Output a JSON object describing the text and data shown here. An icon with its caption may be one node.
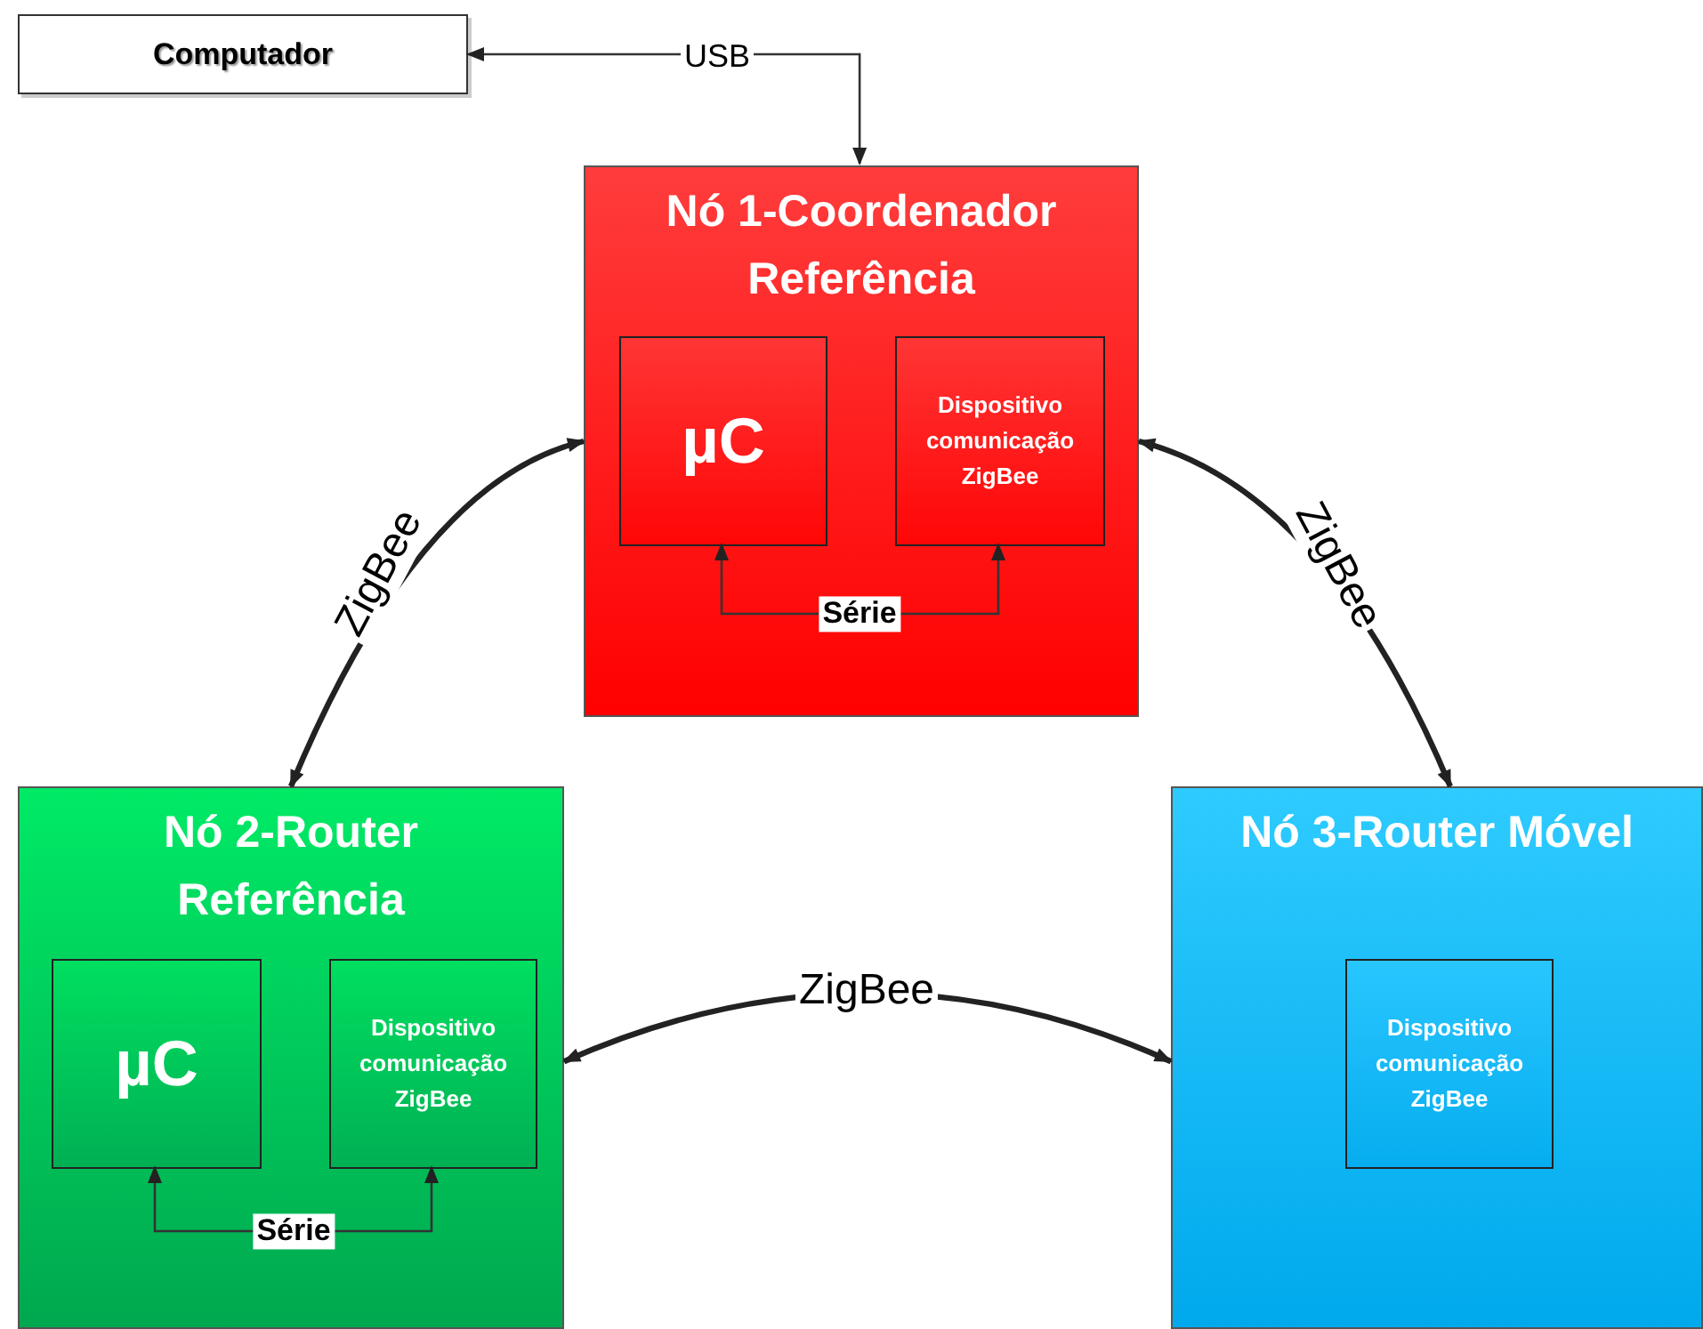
{
  "diagram": {
    "nodes": [
      {
        "text": [
          "Computador"
        ]
      },
      {
        "text": [
          "Nó 1-Coordenador Referência"
        ]
      },
      {
        "text": [
          "µC"
        ],
        "in": 1
      },
      {
        "text": [
          "Dispositivo comunicação ZigBee"
        ],
        "in": 1
      },
      {
        "text": [
          "Nó 2-Router Referência"
        ]
      },
      {
        "text": [
          "µC"
        ],
        "in": 4
      },
      {
        "text": [
          "Dispositivo comunicação ZigBee"
        ],
        "in": 4
      },
      {
        "text": [
          "Nó 3-Router Móvel"
        ]
      },
      {
        "text": [
          "Dispositivo comunicação ZigBee"
        ],
        "in": 7
      }
    ],
    "edges": [
      {
        "from": 0,
        "to": 1,
        "arrow": "both",
        "label": "USB"
      },
      {
        "from": 2,
        "to": 3,
        "arrow": "both",
        "label": "Série"
      },
      {
        "from": 5,
        "to": 6,
        "arrow": "both",
        "label": "Série"
      },
      {
        "from": 1,
        "to": 4,
        "arrow": "both",
        "label": "ZigBee",
        "style": "thick"
      },
      {
        "from": 1,
        "to": 7,
        "arrow": "both",
        "label": "ZigBee",
        "style": "thick"
      },
      {
        "from": 4,
        "to": 7,
        "arrow": "both",
        "label": "ZigBee",
        "style": "thick"
      }
    ]
  }
}
